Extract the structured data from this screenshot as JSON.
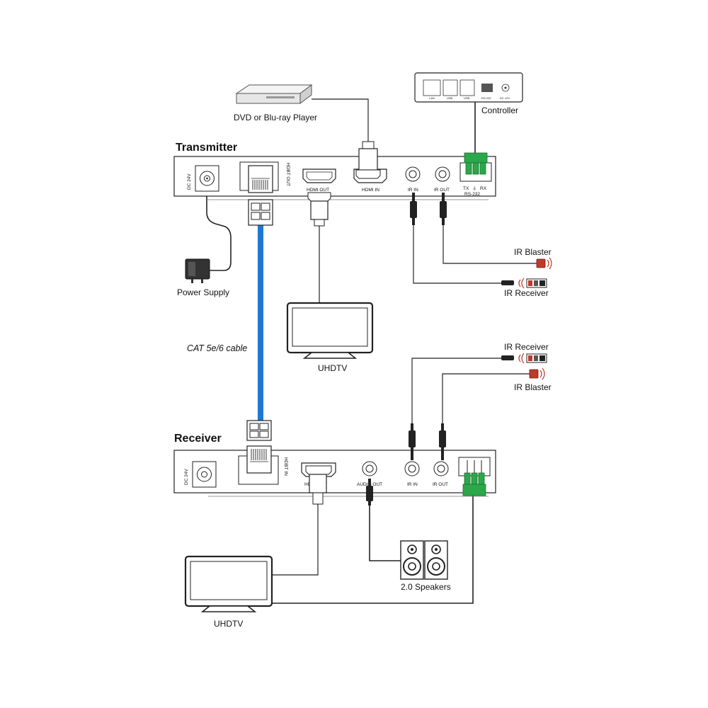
{
  "transmitter": {
    "title": "Transmitter",
    "ports": {
      "dc": "DC 24V",
      "hdbt": "HDBT OUT",
      "hdmi_out": "HDMI OUT",
      "hdmi_in": "HDMI IN",
      "ir_in": "IR IN",
      "ir_out": "IR OUT",
      "tx": "TX",
      "rx": "RX",
      "rs232": "RS-232"
    }
  },
  "receiver": {
    "title": "Receiver",
    "ports": {
      "dc": "DC 24V",
      "hdbt": "HDBT IN",
      "hdmi_out": "HDMI OUT",
      "audio_out": "AUDIO OUT",
      "ir_in": "IR IN",
      "ir_out": "IR OUT"
    }
  },
  "controller": {
    "label": "Controller",
    "ports": [
      "LAN",
      "USB",
      "USB",
      "RS-232",
      "DC 12V"
    ]
  },
  "devices": {
    "dvd": "DVD or Blu-ray Player",
    "power": "Power Supply",
    "cable": "CAT 5e/6 cable",
    "tv_top": "UHDTV",
    "tv_bottom": "UHDTV",
    "speakers": "2.0 Speakers",
    "ir_blaster_top": "IR Blaster",
    "ir_receiver_top": "IR Receiver",
    "ir_receiver_bottom": "IR Receiver",
    "ir_blaster_bottom": "IR Blaster"
  },
  "colors": {
    "cat_cable": "#1f77d4",
    "terminal": "#2aa84a",
    "ir_red": "#c0392b"
  }
}
